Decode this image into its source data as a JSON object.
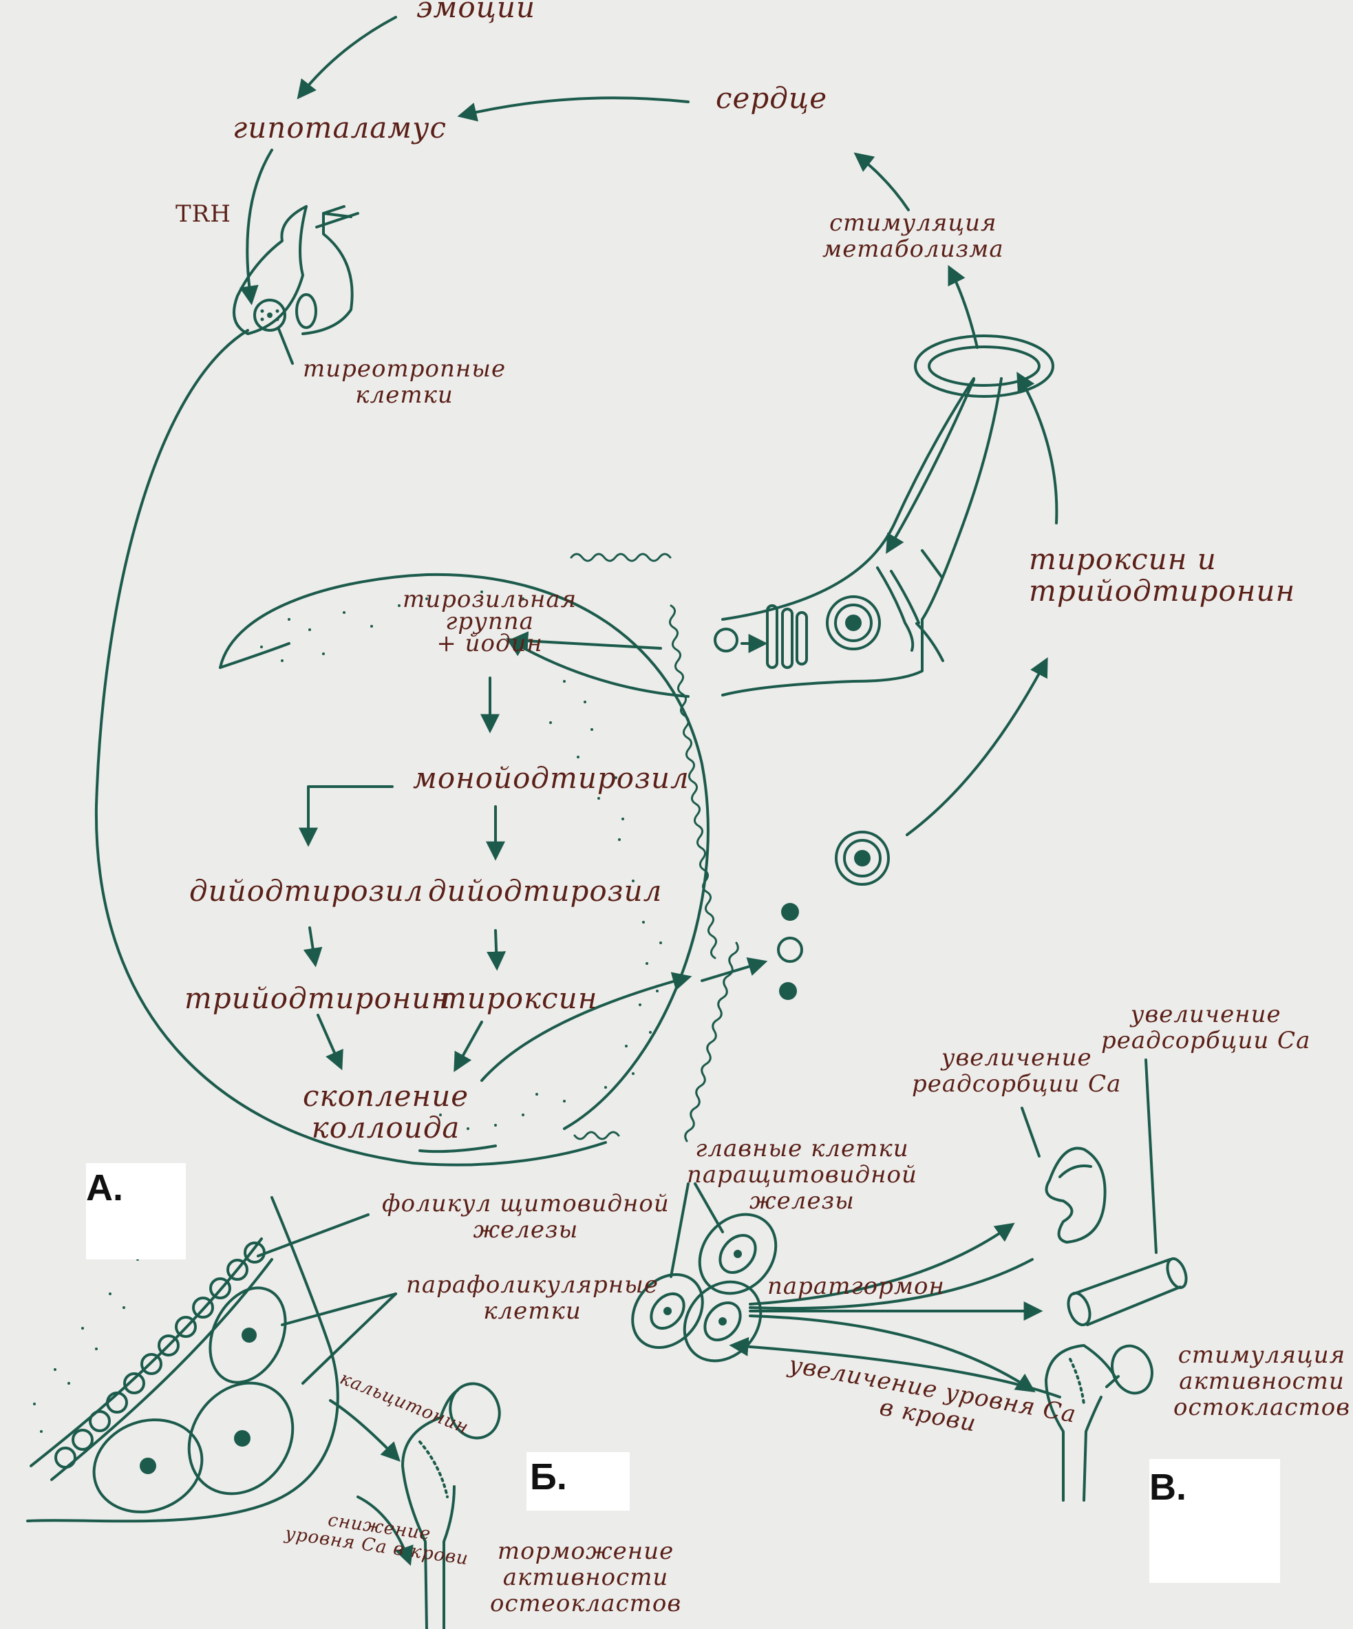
{
  "labels": {
    "emotions": "эмоции",
    "hypothalamus": "гипоталамус",
    "heart": "сердце",
    "trh": "TRH",
    "thyrotropic_cells": "тиреотропные\nклетки",
    "metabolism_stimulation": "стимуляция\nметаболизма",
    "tyrosyl_iodine": "тирозильная\nгруппа\n+ йодин",
    "thyroxine_triiodothyronine": "тироксин и\nтрийодтиронин",
    "monoiodotyrosyl": "монойодтирозил",
    "diiodotyrosyl_left": "дийодтирозил",
    "diiodotyrosyl_right": "дийодтирозил",
    "triiodothyronine": "трийодтиронин",
    "thyroxine": "тироксин",
    "colloid": "скопление\nколлоида",
    "thyroid_follicle": "фоликул щитовидной\nжелезы",
    "parafollicular_cells": "парафоликулярные\nклетки",
    "calcitonin": "кальцитонин",
    "decrease_ca": "снижение\nуровня Ca в крови",
    "osteoclast_inhibition": "торможение\nактивности\nостеокластов",
    "chief_cells": "главные клетки\nпаращитовидной\nжелезы",
    "parathormone": "паратгормон",
    "ca_resorption_1": "увеличение\nреадсорбции Ca",
    "ca_resorption_2": "увеличение\nреадсорбции Ca",
    "osteoclast_stimulation": "стимуляция\nактивности\nостокластов",
    "ca_blood_increase": "увеличение уровня Ca\nв крови"
  },
  "panels": {
    "a": "А.",
    "b": "Б.",
    "c": "В."
  },
  "colors": {
    "ink": "#1c5b4c",
    "text": "#5a1f17",
    "paper": "#ececea"
  }
}
